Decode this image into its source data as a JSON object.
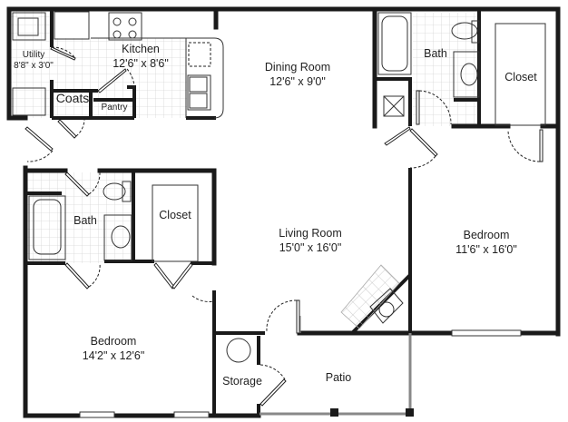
{
  "plan": {
    "rooms": [
      {
        "id": "utility",
        "name": "Utility",
        "size": "8'8\" x 3'0\""
      },
      {
        "id": "kitchen",
        "name": "Kitchen",
        "size": "12'6\" x 8'6\""
      },
      {
        "id": "coats",
        "name": "Coats",
        "size": ""
      },
      {
        "id": "pantry",
        "name": "Pantry",
        "size": ""
      },
      {
        "id": "dining",
        "name": "Dining Room",
        "size": "12'6\" x 9'0\""
      },
      {
        "id": "bath1",
        "name": "Bath",
        "size": ""
      },
      {
        "id": "closet1",
        "name": "Closet",
        "size": ""
      },
      {
        "id": "bath2",
        "name": "Bath",
        "size": ""
      },
      {
        "id": "closet2",
        "name": "Closet",
        "size": ""
      },
      {
        "id": "living",
        "name": "Living Room",
        "size": "15'0\" x 16'0\""
      },
      {
        "id": "bedroom1",
        "name": "Bedroom",
        "size": "11'6\" x 16'0\""
      },
      {
        "id": "bedroom2",
        "name": "Bedroom",
        "size": "14'2\" x 12'6\""
      },
      {
        "id": "storage",
        "name": "Storage",
        "size": ""
      },
      {
        "id": "patio",
        "name": "Patio",
        "size": ""
      }
    ],
    "colors": {
      "wall": "#1a1a1a",
      "grid": "#d6d6d6",
      "patio_rail": "#888888"
    }
  }
}
